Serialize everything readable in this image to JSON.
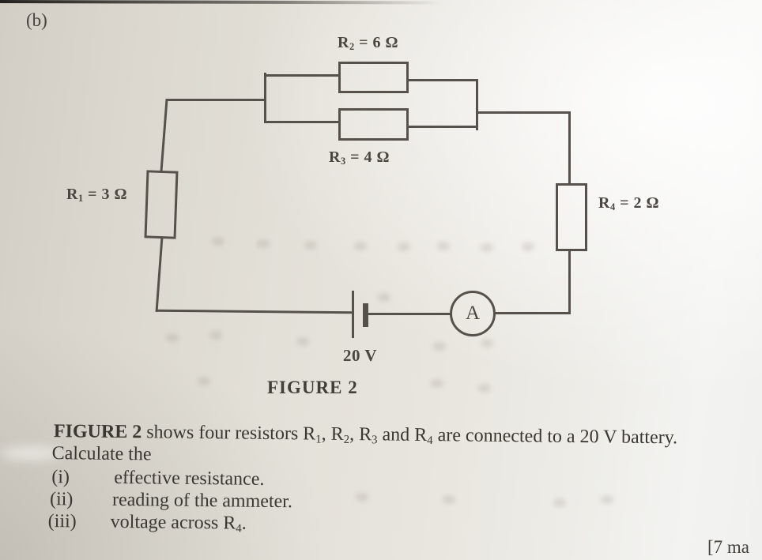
{
  "page": {
    "part_label": "(b)",
    "marks_label": "[7 ma"
  },
  "figure": {
    "caption": "FIGURE 2",
    "battery_label": "20 V",
    "ammeter_label": "A",
    "resistors": {
      "r1": {
        "prefix": "R",
        "sub": "1",
        "rest": " = 3 Ω"
      },
      "r2": {
        "prefix": "R",
        "sub": "2",
        "rest": " = 6 Ω"
      },
      "r3": {
        "prefix": "R",
        "sub": "3",
        "rest": " = 4 Ω"
      },
      "r4": {
        "prefix": "R",
        "sub": "4",
        "rest": " = 2 Ω"
      }
    },
    "source_voltage": "20 V"
  },
  "question": {
    "intro": {
      "bold": "FIGURE 2",
      "seg1": " shows four resistors R",
      "sub1": "1",
      "seg2": ", R",
      "sub2": "2",
      "seg3": ", R",
      "sub3": "3",
      "seg4": " and R",
      "sub4": "4",
      "seg5": " are connected to a 20 V battery."
    },
    "line2": "Calculate the",
    "item1": {
      "marker": "(i)",
      "text": "effective resistance."
    },
    "item2": {
      "marker": "(ii)",
      "text": "reading of the ammeter."
    },
    "item3": {
      "marker": "(iii)",
      "prefix": "voltage across R",
      "sub": "4",
      "suffix": "."
    }
  }
}
